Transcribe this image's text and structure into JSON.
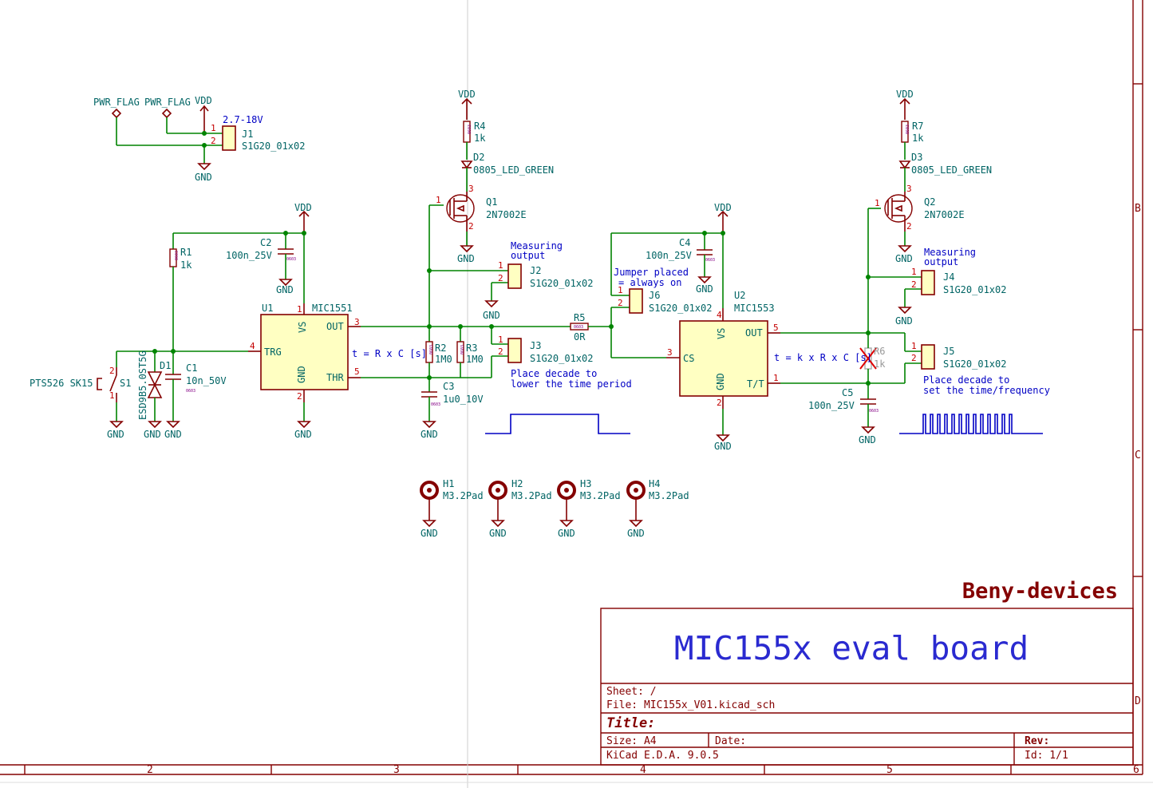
{
  "sheet": {
    "border_columns": [
      "2",
      "3",
      "4",
      "5",
      "6"
    ],
    "border_rows": [
      "B",
      "C",
      "D"
    ]
  },
  "power": {
    "vdd": "VDD",
    "gnd": "GND",
    "pwr_flag": "PWR_FLAG"
  },
  "components": {
    "J1": {
      "ref": "J1",
      "value": "S1G20_01x02",
      "note": "2.7-18V"
    },
    "J2": {
      "ref": "J2",
      "value": "S1G20_01x02",
      "note": [
        "Measuring",
        "output"
      ]
    },
    "J3": {
      "ref": "J3",
      "value": "S1G20_01x02",
      "note": [
        "Place decade to",
        "lower the time period"
      ]
    },
    "J4": {
      "ref": "J4",
      "value": "S1G20_01x02",
      "note": [
        "Measuring",
        "output"
      ]
    },
    "J5": {
      "ref": "J5",
      "value": "S1G20_01x02",
      "note": [
        "Place decade to",
        "set the time/frequency"
      ]
    },
    "J6": {
      "ref": "J6",
      "value": "S1G20_01x02",
      "note": [
        "Jumper placed",
        "= always on"
      ]
    },
    "R1": {
      "ref": "R1",
      "value": "1k"
    },
    "R2": {
      "ref": "R2",
      "value": "1M0"
    },
    "R3": {
      "ref": "R3",
      "value": "1M0"
    },
    "R4": {
      "ref": "R4",
      "value": "1k"
    },
    "R5": {
      "ref": "R5",
      "value": "0R"
    },
    "R6": {
      "ref": "R6",
      "value": "1k"
    },
    "R7": {
      "ref": "R7",
      "value": "1k"
    },
    "C1": {
      "ref": "C1",
      "value": "10n_50V"
    },
    "C2": {
      "ref": "C2",
      "value": "100n_25V"
    },
    "C3": {
      "ref": "C3",
      "value": "1u0_10V"
    },
    "C4": {
      "ref": "C4",
      "value": "100n_25V"
    },
    "C5": {
      "ref": "C5",
      "value": "100n_25V"
    },
    "D1": {
      "ref": "D1",
      "value": "ESD9B5.0ST5G"
    },
    "D2": {
      "ref": "D2",
      "value": "0805_LED_GREEN"
    },
    "D3": {
      "ref": "D3",
      "value": "0805_LED_GREEN"
    },
    "Q1": {
      "ref": "Q1",
      "value": "2N7002E"
    },
    "Q2": {
      "ref": "Q2",
      "value": "2N7002E"
    },
    "S1": {
      "ref": "S1",
      "value": "PTS526 SK15"
    },
    "U1": {
      "ref": "U1",
      "value": "MIC1551",
      "pins": {
        "vs": "VS",
        "gnd": "GND",
        "trg": "TRG",
        "out": "OUT",
        "thr": "THR"
      },
      "formula": "t = R x C [s]"
    },
    "U2": {
      "ref": "U2",
      "value": "MIC1553",
      "pins": {
        "vs": "VS",
        "gnd": "GND",
        "cs": "CS",
        "out": "OUT",
        "tt": "T/T"
      },
      "formula": "t = k x R x C [s]"
    },
    "H1": {
      "ref": "H1",
      "value": "M3.2Pad"
    },
    "H2": {
      "ref": "H2",
      "value": "M3.2Pad"
    },
    "H3": {
      "ref": "H3",
      "value": "M3.2Pad"
    },
    "H4": {
      "ref": "H4",
      "value": "M3.2Pad"
    },
    "footprint": "0603"
  },
  "title_block": {
    "company": "Beny-devices",
    "title_large": "MIC155x eval board",
    "sheet": "Sheet: /",
    "file": "File: MIC155x_V01.kicad_sch",
    "title_label": "Title:",
    "size": "Size: A4",
    "date": "Date:",
    "rev": "Rev:",
    "tool": "KiCad E.D.A. 9.0.5",
    "id": "Id: 1/1"
  }
}
